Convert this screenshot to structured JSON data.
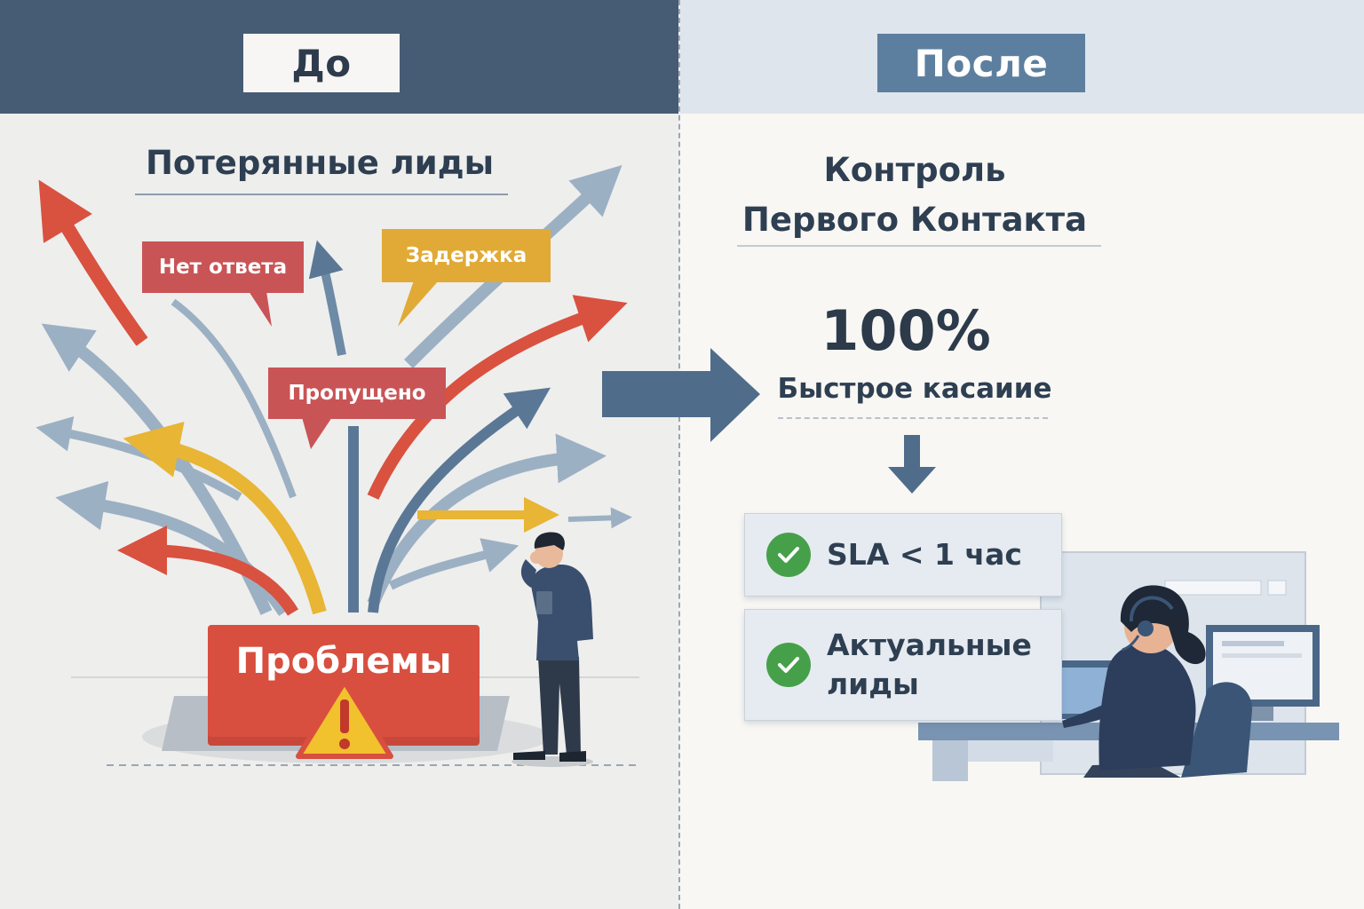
{
  "header": {
    "before_label": "До",
    "after_label": "После"
  },
  "before": {
    "title": "Потерянные лиды",
    "bubbles": {
      "no_answer": "Нет ответа",
      "delay": "Задержка",
      "missed": "Пропущено"
    },
    "problems_label": "Проблемы"
  },
  "after": {
    "title_line1": "Контроль",
    "title_line2": "Первого Контакта",
    "percent": "100%",
    "subtitle": "Быстрое касаиие",
    "checks": [
      {
        "line1": "SLA < 1 час",
        "line2": ""
      },
      {
        "line1": "Актуальные",
        "line2": "лиды"
      }
    ]
  },
  "colors": {
    "header_dark": "#465c74",
    "header_light": "#dfe5ec",
    "red": "#d84f3f",
    "yellow": "#e1aa36",
    "blue_grey": "#8aa3bb",
    "dark_blue": "#4f6d8a",
    "check_green": "#46a04a"
  },
  "icons": {
    "warning": "warning-triangle-icon",
    "check": "check-circle-icon",
    "transition_arrow": "arrow-right-icon",
    "flow_arrow": "arrow-down-icon"
  }
}
